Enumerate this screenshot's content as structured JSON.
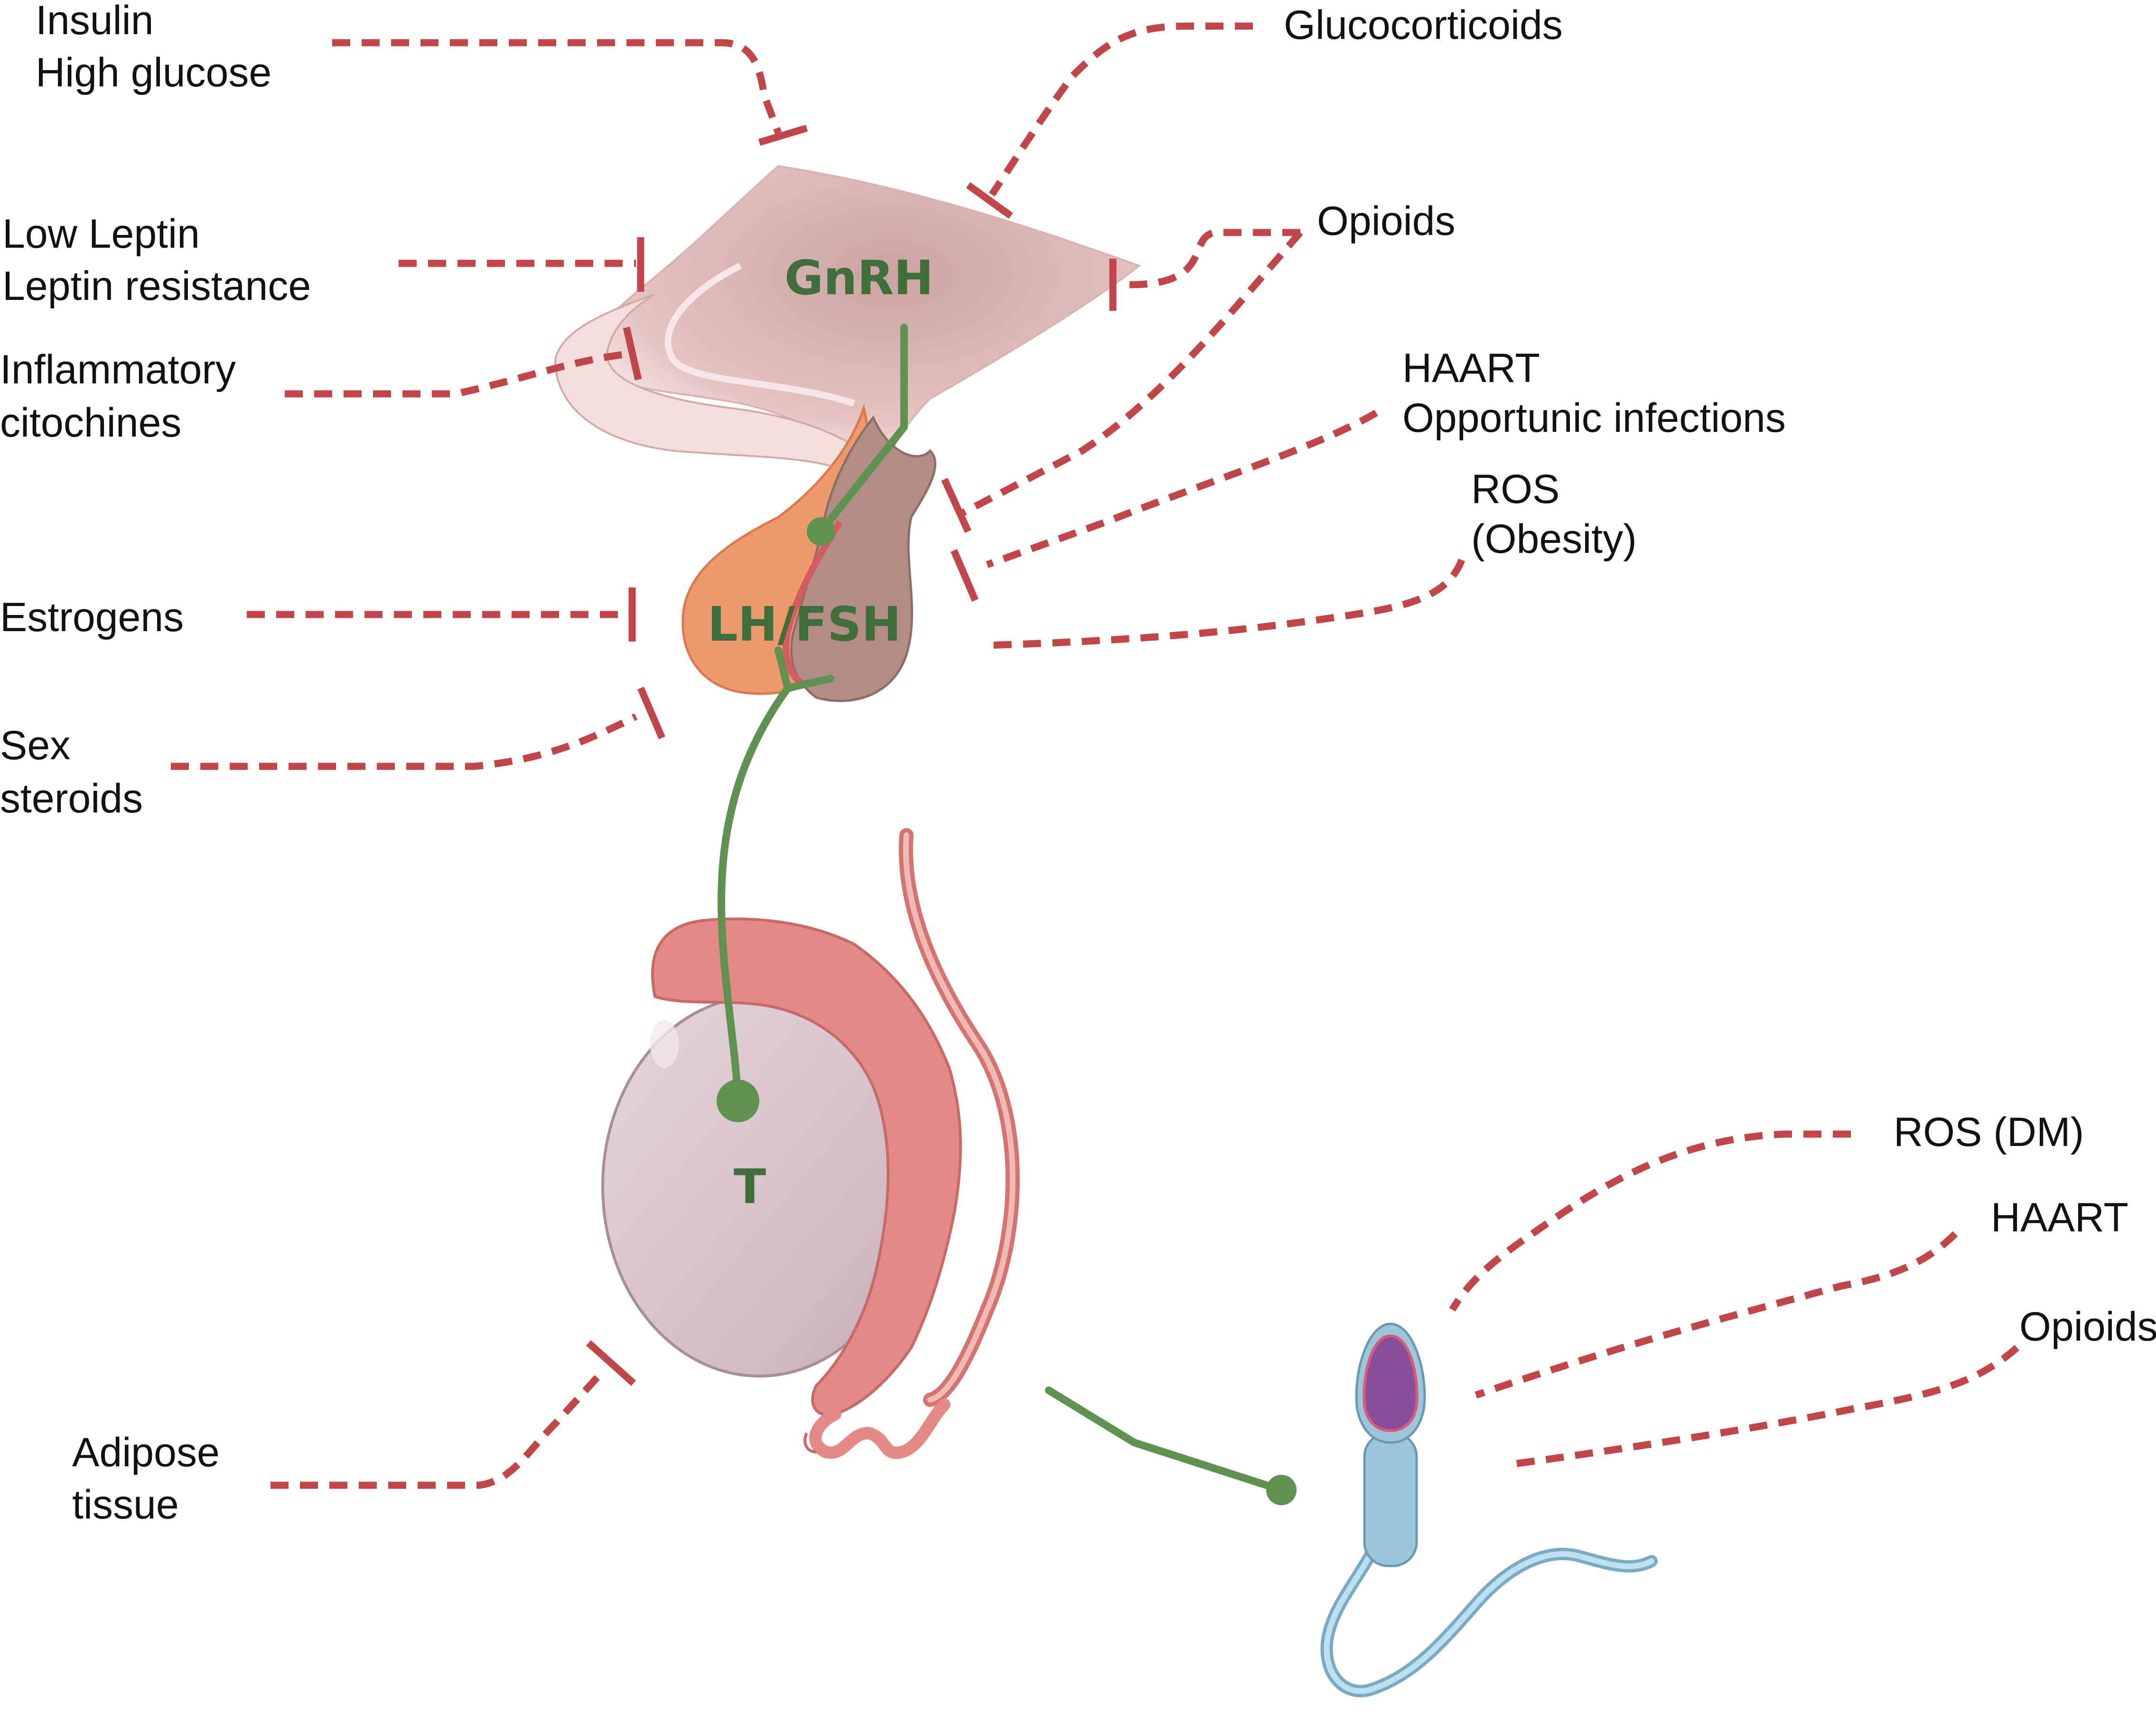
{
  "hormones": {
    "gnrh": "GnRH",
    "lh_fsh": "LH/FSH",
    "testosterone": "T"
  },
  "factors": {
    "insulin": [
      "Insulin",
      "High glucose"
    ],
    "glucocorticoids": "Glucocorticoids",
    "leptin": [
      "Low Leptin",
      "Leptin resistance"
    ],
    "opioids_top": "Opioids",
    "inflammatory": [
      "Inflammatory",
      "citochines"
    ],
    "haart_top": [
      "HAART",
      "Opportunic infections"
    ],
    "ros_obesity": [
      "ROS",
      "(Obesity)"
    ],
    "estrogens": "Estrogens",
    "sex_steroids": [
      "Sex",
      "steroids"
    ],
    "adipose": [
      "Adipose",
      "tissue"
    ],
    "ros_dm": "ROS (DM)",
    "haart_bottom": "HAART",
    "opioids_bottom": "Opioids"
  },
  "colors": {
    "inhibition": "#c2454a",
    "stimulation": "#5f9150",
    "hormone_text": "#3f6e3b",
    "hypothalamus": "#e9c7c4",
    "pituitary_anterior": "#ef9a6c",
    "pituitary_posterior": "#b18d86",
    "testis": "#d9c4cc",
    "epididymis": "#e48a86",
    "sperm": "#9cc7da",
    "sperm_head": "#8a4f9a"
  }
}
